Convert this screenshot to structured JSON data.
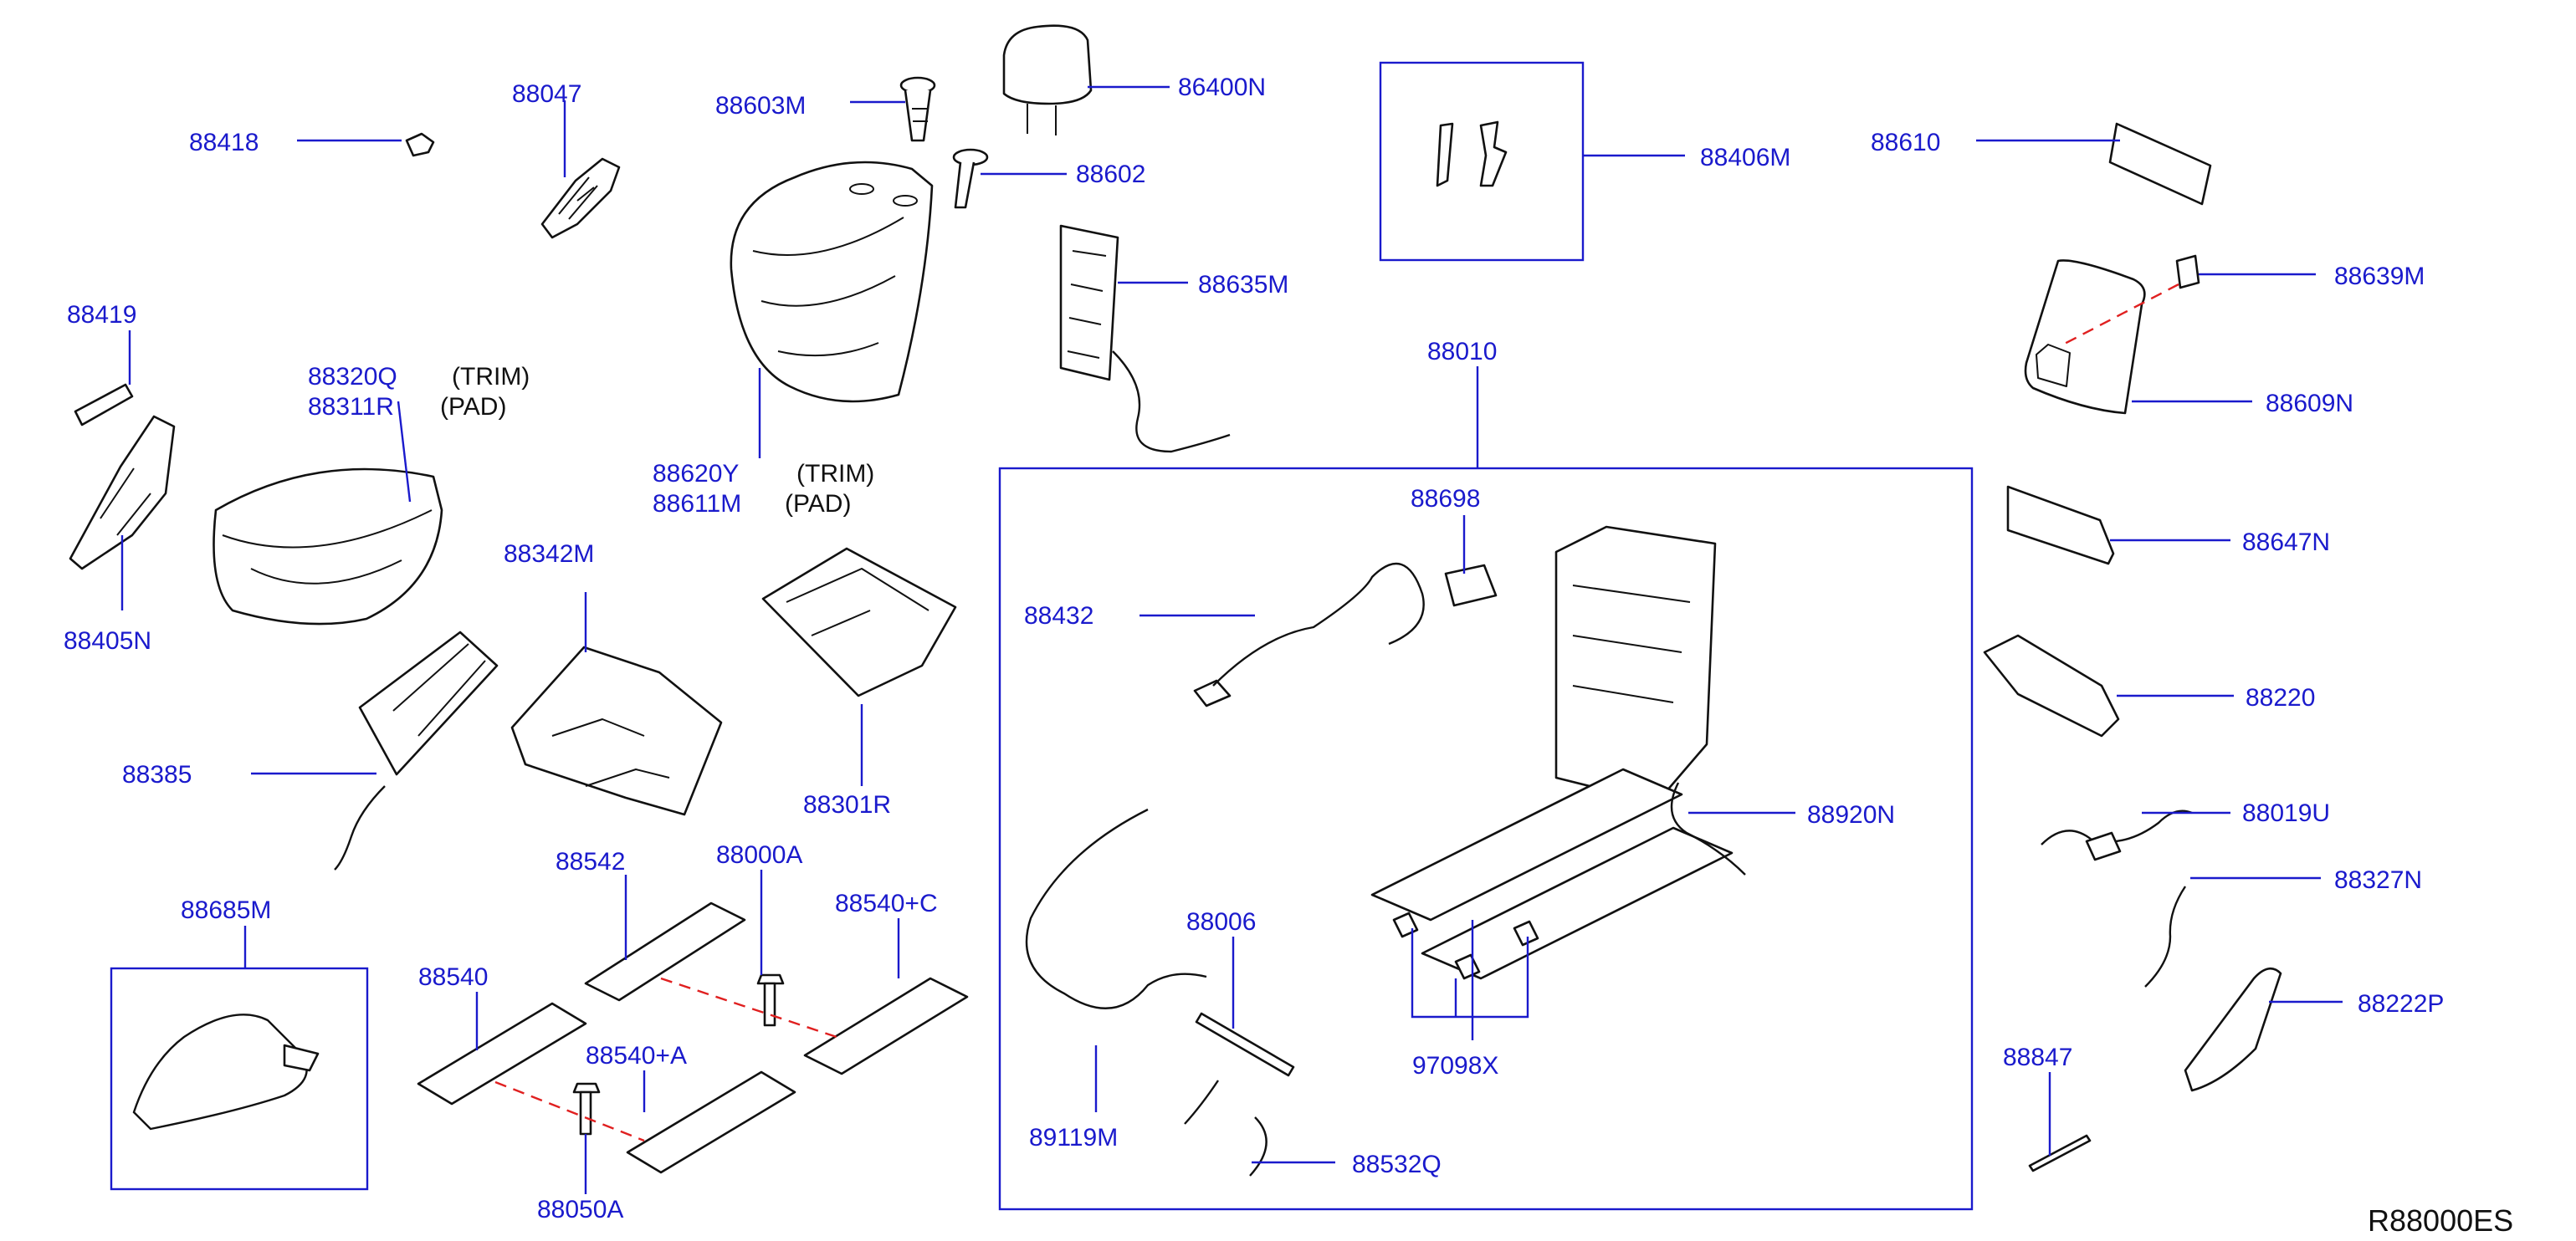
{
  "diagram": {
    "reference_code": "R88000ES",
    "labels": {
      "p88418": "88418",
      "p88047": "88047",
      "p88603M": "88603M",
      "p86400N": "86400N",
      "p88602": "88602",
      "p88406M": "88406M",
      "p88610": "88610",
      "p88639M": "88639M",
      "p88609N": "88609N",
      "p88419": "88419",
      "p88320Q": "88320Q",
      "p88311R": "88311R",
      "p88405N": "88405N",
      "p88620Y": "88620Y",
      "p88611M": "88611M",
      "p88635M": "88635M",
      "p88010": "88010",
      "p88647N": "88647N",
      "p88342M": "88342M",
      "p88385": "88385",
      "p88301R": "88301R",
      "p88698": "88698",
      "p88432": "88432",
      "p88220": "88220",
      "p88920N": "88920N",
      "p88019U": "88019U",
      "p88327N": "88327N",
      "p88222P": "88222P",
      "p88847": "88847",
      "p88685M": "88685M",
      "p88542": "88542",
      "p88000A": "88000A",
      "p88540C": "88540+C",
      "p88540": "88540",
      "p88540A": "88540+A",
      "p88050A": "88050A",
      "p88006": "88006",
      "p97098X": "97098X",
      "p89119M": "89119M",
      "p88532Q": "88532Q"
    },
    "annotations": {
      "trim_a": "(TRIM)",
      "pad_a": "(PAD)",
      "trim_b": "(TRIM)",
      "pad_b": "(PAD)"
    },
    "colors": {
      "label": "#1a1acc",
      "leader": "#1a1acc",
      "dashed_connector": "#e02020",
      "part_outline": "#111111"
    }
  }
}
